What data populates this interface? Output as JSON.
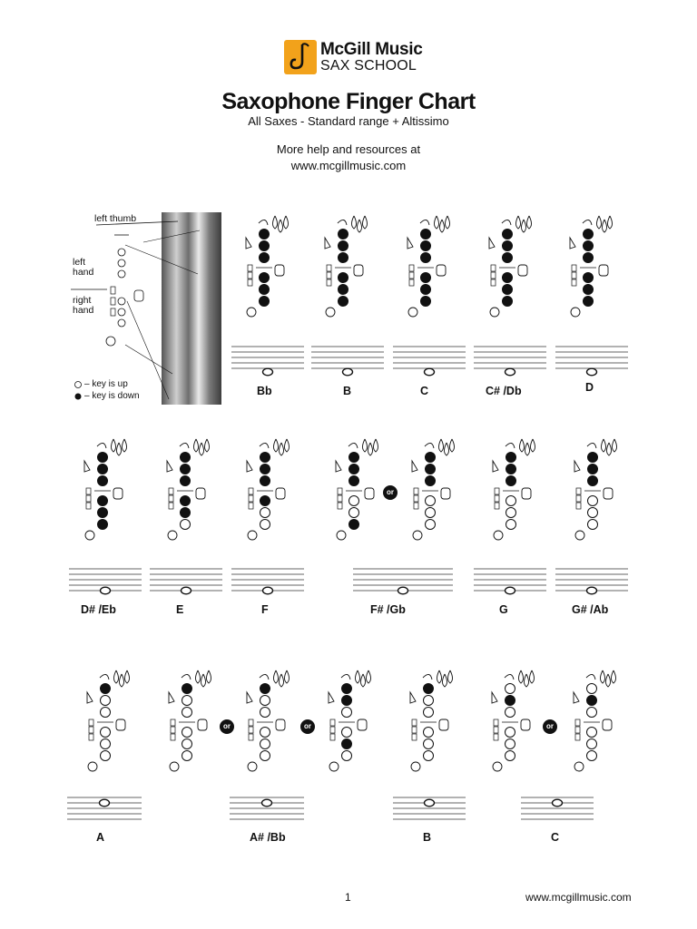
{
  "header": {
    "brand_line1": "McGill Music",
    "brand_line2": "SAX SCHOOL",
    "title": "Saxophone Finger Chart",
    "subtitle": "All Saxes - Standard range + Altissimo",
    "help_line1": "More help and resources at",
    "help_line2": "www.mcgillmusic.com"
  },
  "diagram": {
    "left_thumb": "left thumb",
    "left_hand_1": "left",
    "left_hand_2": "hand",
    "right_hand_1": "right",
    "right_hand_2": "hand",
    "key_up": "– key is up",
    "key_down": "– key is down"
  },
  "notes": [
    {
      "label": "Bb",
      "sharp_name": "",
      "row": 1
    },
    {
      "label": "B",
      "sharp_name": "",
      "row": 1
    },
    {
      "label": "C",
      "sharp_name": "",
      "row": 1
    },
    {
      "label": "C# /Db",
      "sharp_name": "",
      "row": 1
    },
    {
      "label": "D",
      "sharp_name": "",
      "row": 1
    },
    {
      "label": "D#   /Eb",
      "row": 2
    },
    {
      "label": "E",
      "row": 2
    },
    {
      "label": "F",
      "row": 2
    },
    {
      "label": "F# /Gb",
      "row": 2
    },
    {
      "label": "G",
      "row": 2
    },
    {
      "label": "G#  /Ab",
      "row": 2
    },
    {
      "label": "A",
      "row": 3
    },
    {
      "label": "A# /Bb",
      "row": 3
    },
    {
      "label": "B",
      "row": 3
    },
    {
      "label": "C",
      "row": 3
    }
  ],
  "or_label": "or",
  "footer": {
    "page_number": "1",
    "url": "www.mcgillmusic.com"
  }
}
